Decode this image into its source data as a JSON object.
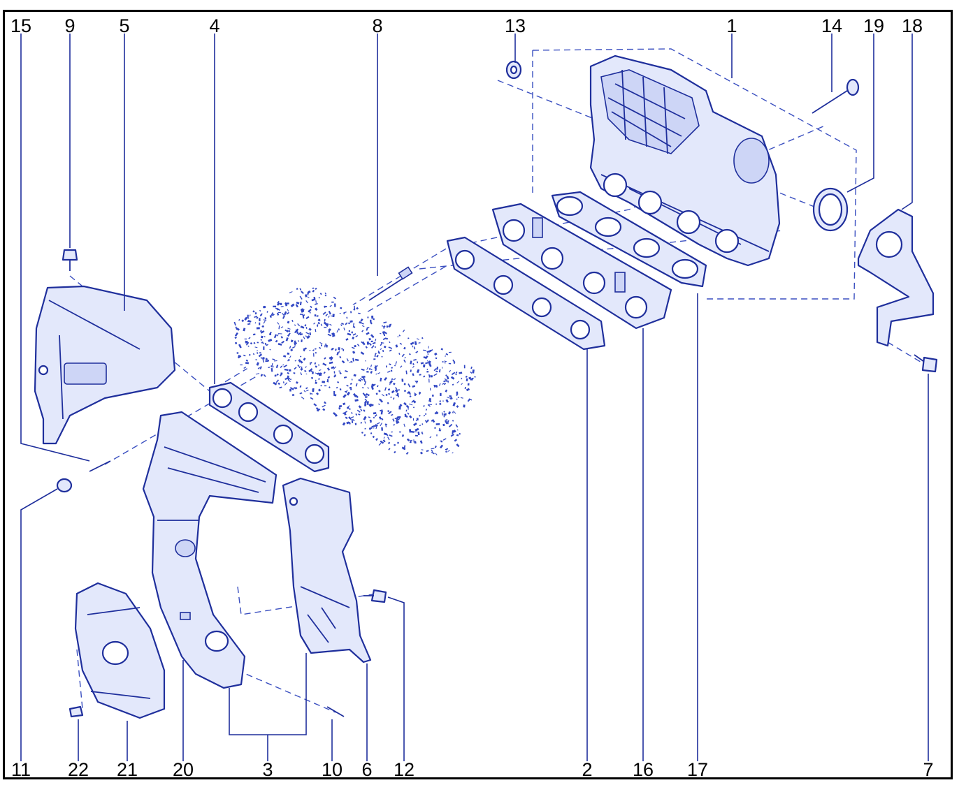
{
  "callouts": {
    "top": [
      "15",
      "9",
      "5",
      "4",
      "8",
      "13",
      "1",
      "14",
      "19",
      "18"
    ],
    "bottom": [
      "11",
      "22",
      "21",
      "20",
      "3",
      "10",
      "6",
      "12",
      "2",
      "16",
      "17",
      "7"
    ]
  },
  "colors": {
    "line": "#1f2f9c",
    "fill": "#e3e8fb",
    "frame": "#000000"
  }
}
